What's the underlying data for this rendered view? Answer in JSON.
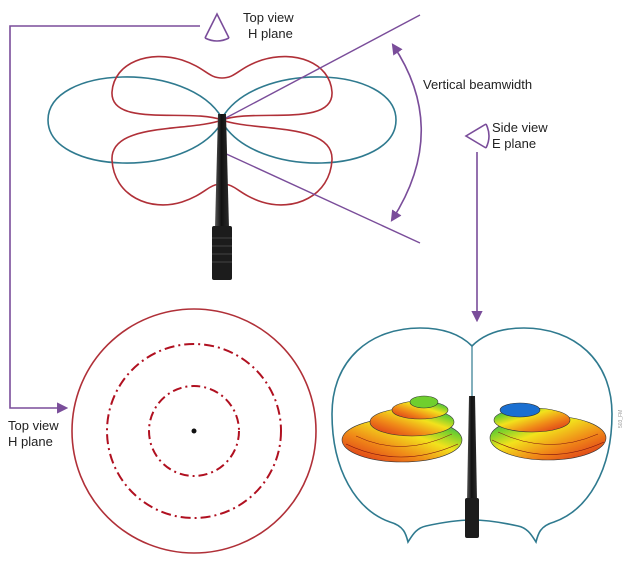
{
  "labels": {
    "top_view_top": "Top view",
    "h_plane_top": "H plane",
    "vertical_beamwidth": "Vertical beamwidth",
    "side_view": "Side view",
    "e_plane": "E plane",
    "top_view_bottom": "Top view",
    "h_plane_bottom": "H plane",
    "figure_code": "503_FM"
  },
  "colors": {
    "arrow": "#7a4d9a",
    "horizontal_lobes": "#2f7a8f",
    "vertical_lobes": "#b03038",
    "circle_outer": "#b03038",
    "dashed_rings": "#b01020",
    "antenna": "#1c1c1c"
  }
}
